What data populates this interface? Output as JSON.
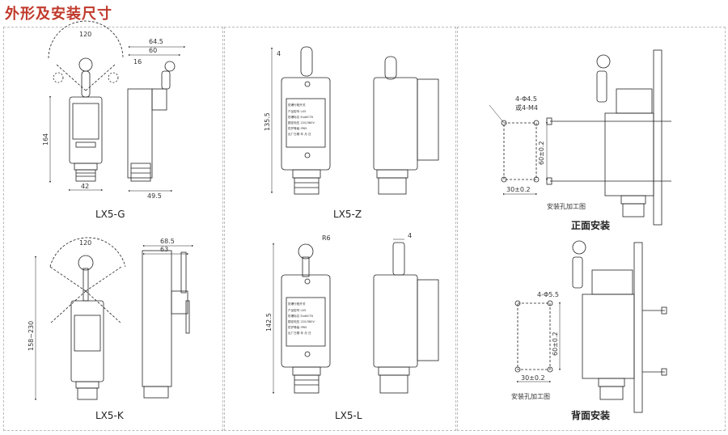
{
  "title": "外形及安装尺寸",
  "accent_color": "#c0392b",
  "models": {
    "g": "LX5-G",
    "z": "LX5-Z",
    "k": "LX5-K",
    "l": "LX5-L"
  },
  "dims": {
    "g": {
      "swing": "120",
      "height": "164",
      "width": "42",
      "side_total": "64.5",
      "side_60": "60",
      "side_16": "16",
      "side_49": "49.5"
    },
    "z": {
      "height": "135.5",
      "top": "4"
    },
    "k": {
      "swing": "120",
      "height": "158~230",
      "side_total": "68.5",
      "side_63": "63"
    },
    "l": {
      "radius": "R6",
      "height": "142.5",
      "top": "4"
    },
    "front": {
      "holes1": "4-Φ4.5",
      "holes2": "或4-M4",
      "vertical": "60±0.2",
      "horizontal": "30±0.2",
      "hole_caption": "安装孔加工图",
      "label": "正面安装"
    },
    "back": {
      "holes": "4-Φ5.5",
      "vertical": "60±0.2",
      "horizontal": "30±0.2",
      "hole_caption": "安装孔加工图",
      "label": "背面安装"
    }
  },
  "nameplate": {
    "heading": "防爆行程开关",
    "line1": "产品型号 LX5",
    "line2": "防爆标志 ExdⅡCT6",
    "line3": "额定电压 220/380V",
    "line4": "防护等级 IP65",
    "line5": "出厂日期 年 月 日"
  }
}
